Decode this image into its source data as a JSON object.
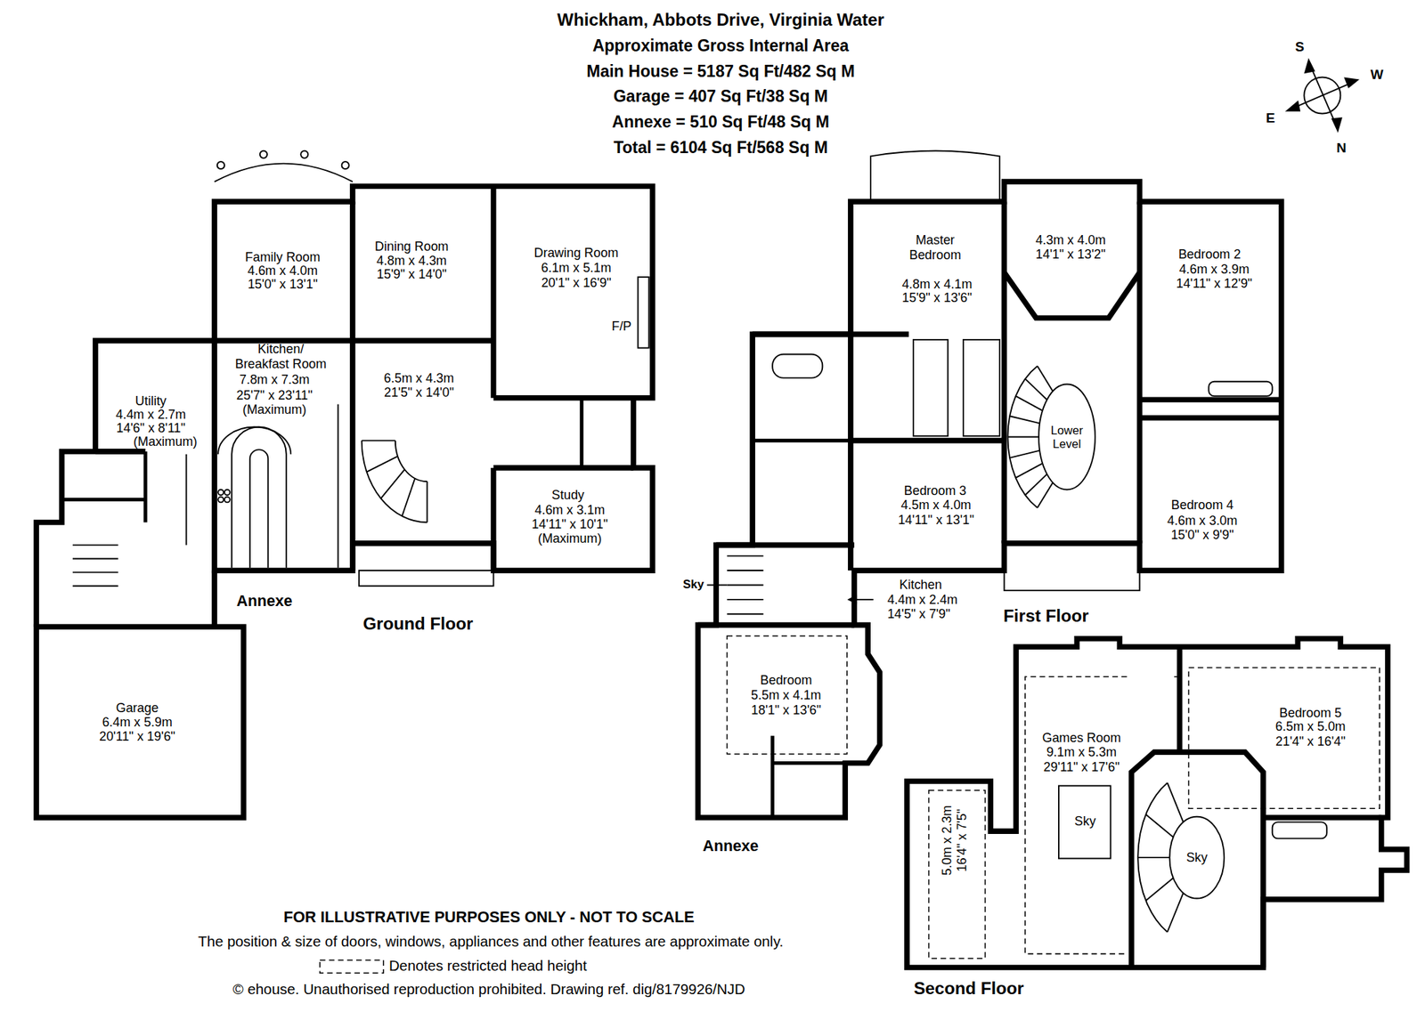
{
  "diagram": {
    "title": "Whickham, Abbots Drive, Virginia Water",
    "labels": [
      "Approximate Gross Internal Area",
      "Main House = 5187 Sq Ft/482 Sq M",
      "Garage = 407 Sq Ft/38 Sq M",
      "Annexe = 510 Sq Ft/48 Sq M",
      "Total = 6104 Sq Ft/568 Sq M",
      "S",
      "W",
      "E",
      "N",
      "Family Room",
      "4.6m x 4.0m",
      "15'0\" x 13'1\"",
      "Dining Room",
      "4.8m x 4.3m",
      "15'9\" x 14'0\"",
      "Drawing Room",
      "6.1m x 5.1m",
      "20'1\" x 16'9\"",
      "F/P",
      "Kitchen/ Breakfast Room",
      "7.8m x 7.3m",
      "25'7\" x 23'11\"",
      "(Maximum)",
      "Utility",
      "4.4m x 2.7m",
      "14'6\" x 8'11\"",
      "(Maximum)",
      "6.5m x 4.3m",
      "21'5\" x 14'0\"",
      "Study",
      "4.6m x 3.1m",
      "14'11\" x 10'1\"",
      "(Maximum)",
      "Garage",
      "6.4m x 5.9m",
      "20'11\" x 19'6\"",
      "Annexe",
      "Ground Floor",
      "Master Bedroom",
      "4.8m x 4.1m",
      "15'9\" x 13'6\"",
      "4.3m x 4.0m",
      "14'1\" x 13'2\"",
      "Bedroom 2",
      "4.6m x 3.9m",
      "14'11\" x 12'9\"",
      "Lower Level",
      "Bedroom 3",
      "4.5m x 4.0m",
      "14'11\" x 13'1\"",
      "Bedroom 4",
      "4.6m x 3.0m",
      "15'0\" x 9'9\"",
      "Sky",
      "Kitchen",
      "4.4m x 2.4m",
      "14'5\" x 7'9\"",
      "Bedroom",
      "5.5m x 4.1m",
      "18'1\" x 13'6\"",
      "Annexe",
      "First Floor",
      "Games Room",
      "9.1m x 5.3m",
      "29'11\" x 17'6\"",
      "Sky",
      "Sky",
      "Bedroom 5",
      "6.5m x 5.0m",
      "21'4\" x 16'4\"",
      "5.0m x 2.3m",
      "16'4\" x 7'5\"",
      "Second Floor",
      "FOR ILLUSTRATIVE PURPOSES ONLY - NOT TO SCALE",
      "The position & size of doors, windows, appliances and other features are approximate only.",
      "© ehouse. Unauthorised reproduction prohibited. Drawing ref. dig/8179926/NJD"
    ],
    "legend": [
      {
        "text": "Denotes restricted head height"
      }
    ]
  }
}
